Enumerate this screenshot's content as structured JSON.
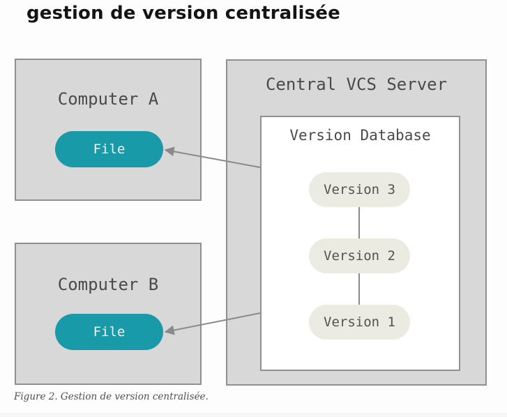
{
  "page": {
    "title": "gestion de version centralisée",
    "caption": "Figure 2. Gestion de version centralisée."
  },
  "diagram": {
    "computer_a": {
      "label": "Computer A",
      "file_label": "File"
    },
    "computer_b": {
      "label": "Computer B",
      "file_label": "File"
    },
    "server": {
      "label": "Central VCS Server",
      "database": {
        "label": "Version Database",
        "versions": [
          {
            "label": "Version 3"
          },
          {
            "label": "Version 2"
          },
          {
            "label": "Version 1"
          }
        ]
      }
    },
    "colors": {
      "box_fill": "#d8d8d8",
      "box_border": "#8f8f8f",
      "file_pill": "#189aa8",
      "file_text": "#f2f2f2",
      "version_pill": "#ebebe2",
      "version_text": "#56524b",
      "arrow": "#8a8a8a",
      "label_text": "#4a4a4a"
    }
  }
}
